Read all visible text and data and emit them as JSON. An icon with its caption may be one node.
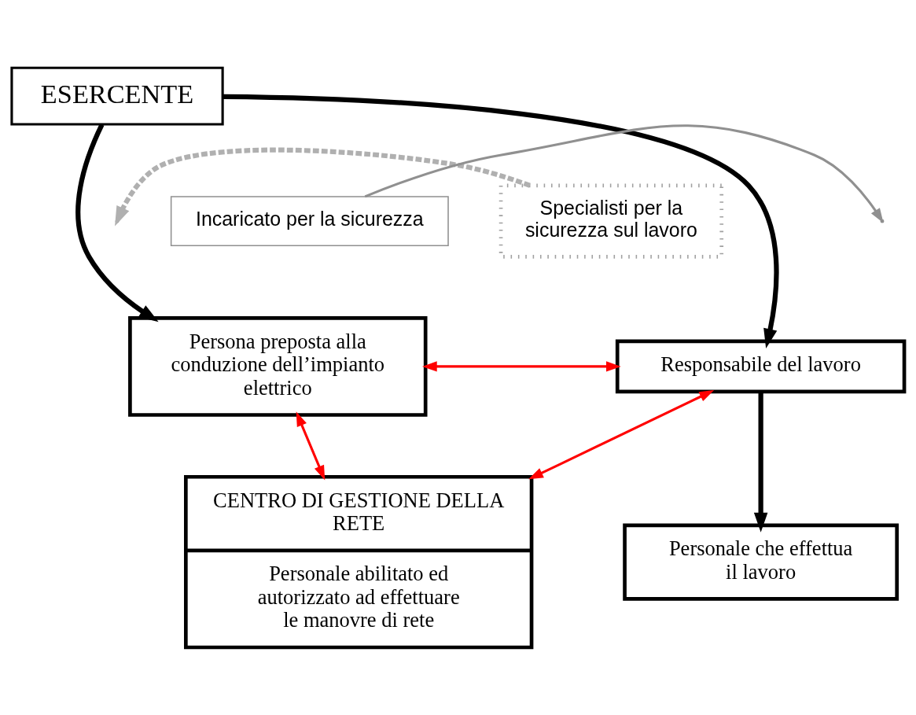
{
  "diagram": {
    "nodes": [
      {
        "text": [
          "ESERCENTE"
        ]
      },
      {
        "text": [
          "Specialisti per la sicurezza sul lavoro"
        ]
      },
      {
        "text": [
          "Incaricato per la sicurezza"
        ]
      },
      {
        "text": [
          "Persona preposta alla conduzione dell’impianto elettrico"
        ]
      },
      {
        "text": [
          "Responsabile del lavoro"
        ]
      },
      {
        "text": [
          "Personale che effettua il lavoro"
        ]
      },
      {
        "text": [
          "CENTRO DI GESTIONE DELLA RETE",
          "Personale abilitato ed autorizzato ad effettuare le manovre di rete"
        ]
      }
    ],
    "edges": [
      {
        "from": 0,
        "to": 3,
        "arrow": "to",
        "style": "thick"
      },
      {
        "from": 0,
        "to": 4,
        "arrow": "to",
        "style": "thick"
      },
      {
        "from": 1,
        "to": null,
        "arrow": "to",
        "style": "dashed",
        "color": "#b0b0b0"
      },
      {
        "from": 2,
        "to": null,
        "arrow": "to",
        "color": "#909090"
      },
      {
        "from": 3,
        "to": 4,
        "arrow": "both",
        "color": "#ff0000"
      },
      {
        "from": 3,
        "to": 6,
        "arrow": "both",
        "color": "#ff0000"
      },
      {
        "from": 4,
        "to": 6,
        "arrow": "both",
        "color": "#ff0000"
      },
      {
        "from": 4,
        "to": 5,
        "arrow": "to",
        "style": "thick"
      }
    ]
  }
}
